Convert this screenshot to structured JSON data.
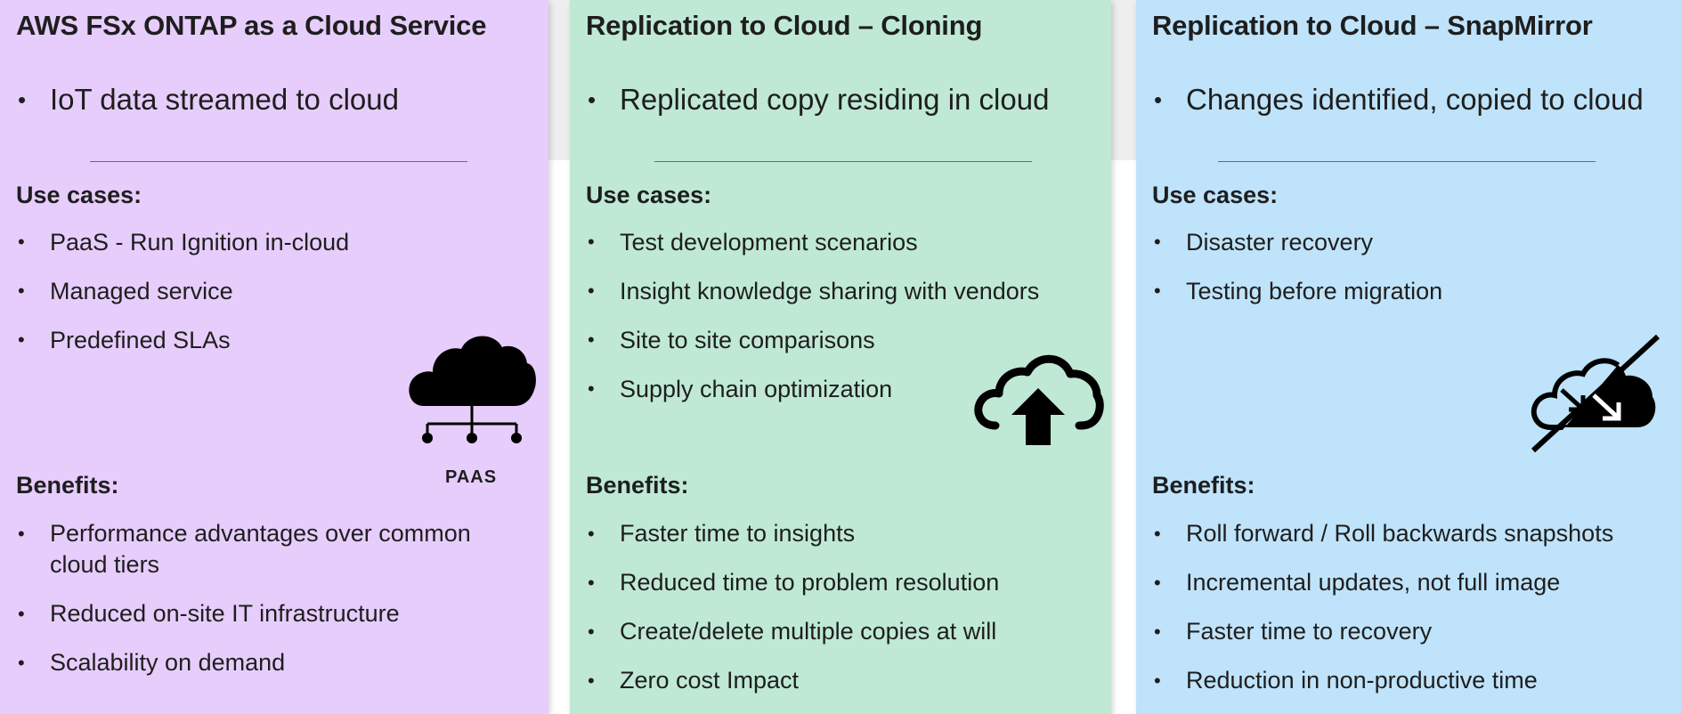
{
  "colors": {
    "panel_1_bg": "#e7cdfb",
    "panel_2_bg": "#bfe9d4",
    "panel_3_bg": "#bfe3fa",
    "band_bg": "#eeeeee",
    "text": "#1e1e1e"
  },
  "panels": [
    {
      "title": "AWS FSx ONTAP as a Cloud Service",
      "summary": "IoT data streamed to cloud",
      "use_cases_label": "Use cases:",
      "use_cases": [
        "PaaS - Run Ignition in-cloud",
        "Managed service",
        "Predefined SLAs"
      ],
      "icon": "cloud-network-icon",
      "icon_caption": "PAAS",
      "benefits_label": "Benefits:",
      "benefits": [
        "Performance advantages over common cloud tiers",
        "Reduced on-site IT infrastructure",
        "Scalability on demand"
      ]
    },
    {
      "title": "Replication to Cloud – Cloning",
      "summary": "Replicated copy residing in cloud",
      "use_cases_label": "Use cases:",
      "use_cases": [
        "Test development scenarios",
        "Insight knowledge sharing with vendors",
        "Site to site comparisons",
        "Supply chain optimization"
      ],
      "icon": "cloud-upload-icon",
      "benefits_label": "Benefits:",
      "benefits": [
        "Faster time to insights",
        "Reduced time to problem resolution",
        "Create/delete multiple copies at will",
        "Zero cost Impact"
      ]
    },
    {
      "title": "Replication to Cloud – SnapMirror",
      "summary": "Changes identified, copied to cloud",
      "use_cases_label": "Use cases:",
      "use_cases": [
        "Disaster recovery",
        "Testing before migration"
      ],
      "icon": "cloud-sync-icon",
      "benefits_label": "Benefits:",
      "benefits": [
        "Roll forward / Roll backwards snapshots",
        "Incremental updates, not full image",
        "Faster time to recovery",
        "Reduction in non-productive time"
      ]
    }
  ]
}
